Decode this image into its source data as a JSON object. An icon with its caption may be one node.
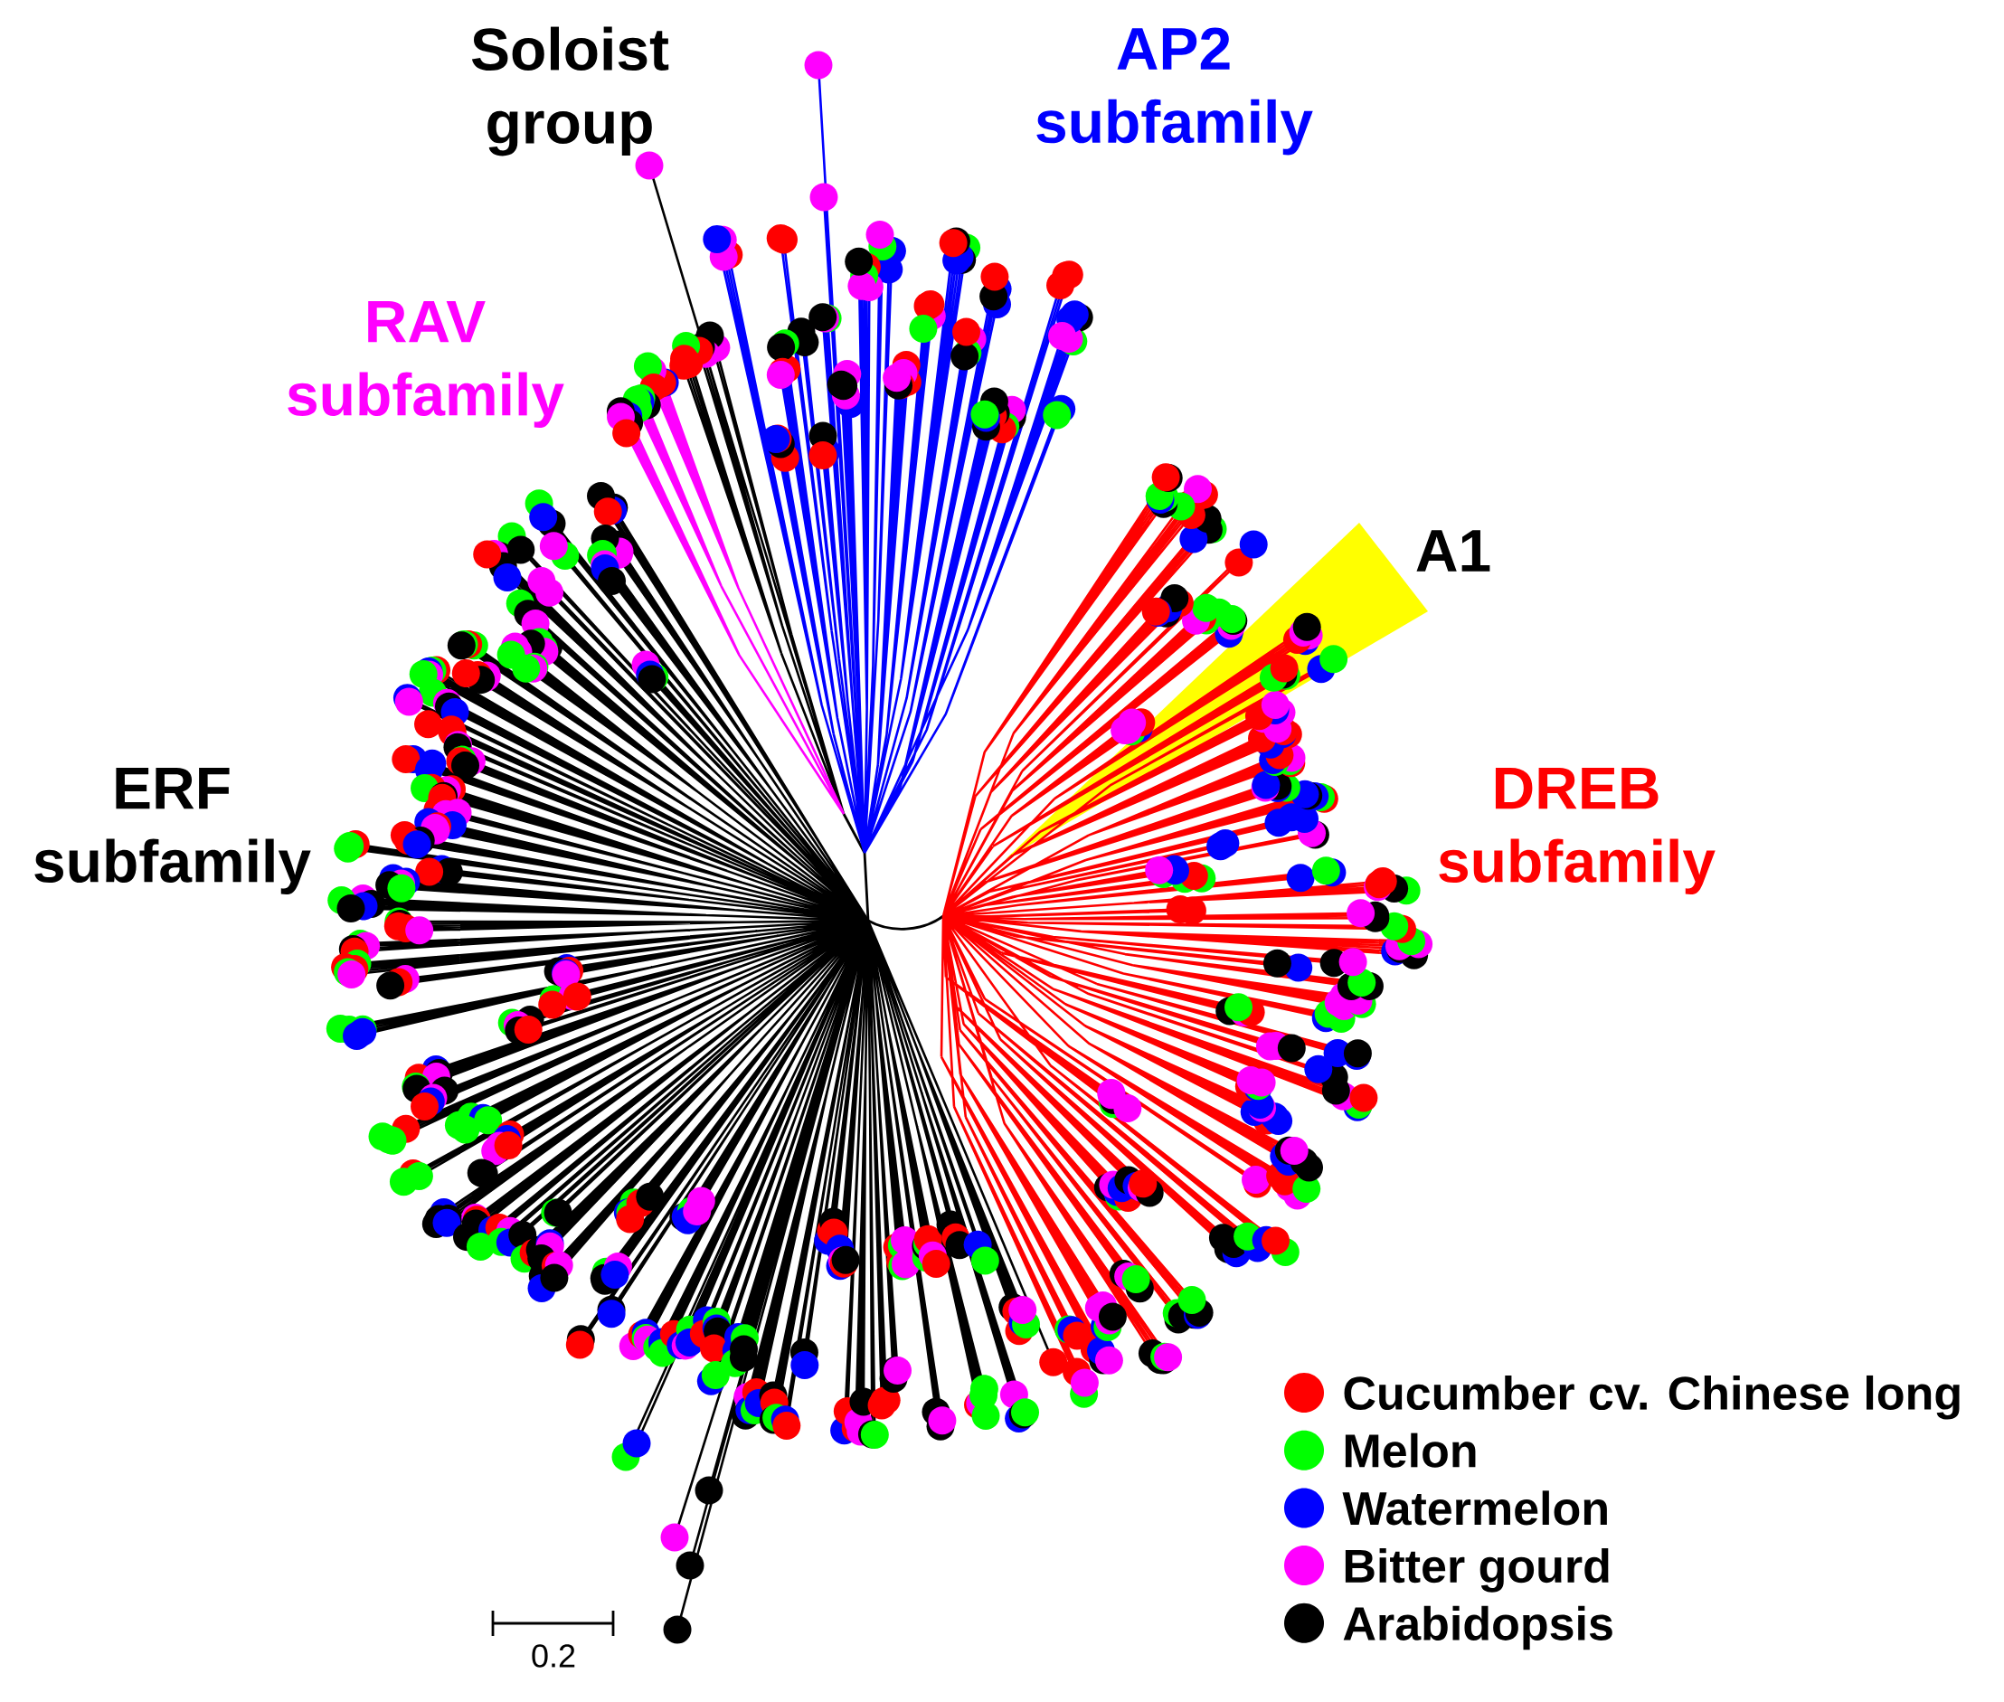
{
  "diagram": {
    "labels": [
      "Soloist group",
      "AP2 subfamily",
      "RAV subfamily",
      "A1",
      "ERF subfamily",
      "DREB subfamily",
      "0.2"
    ],
    "legend": [
      {
        "text": "Cucumber cv. Chinese long",
        "color": "#ff0000"
      },
      {
        "text": "Melon",
        "color": "#00ff00"
      },
      {
        "text": "Watermelon",
        "color": "#0000ff"
      },
      {
        "text": "Bitter gourd",
        "color": "#ff00ff"
      },
      {
        "text": "Arabidopsis",
        "color": "#000000"
      }
    ]
  }
}
